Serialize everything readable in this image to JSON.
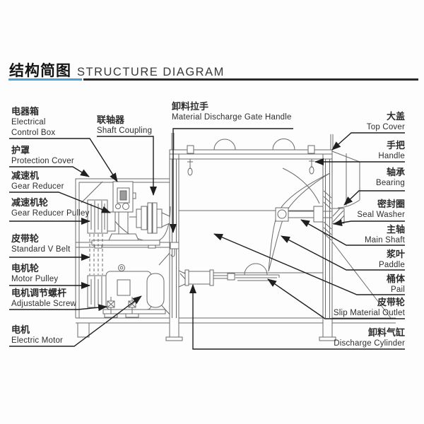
{
  "title": {
    "zh": "结构简图",
    "en": "STRUCTURE DIAGRAM"
  },
  "colors": {
    "accent_blue": "#4aa1d8",
    "header_line": "#2b2b2b",
    "callout_line": "#1f1f1f",
    "drawing_line": "#6a6a6a",
    "text": "#2b2b2b"
  },
  "labels": {
    "left": [
      {
        "zh": "电器箱",
        "en": "Electrical Control Box"
      },
      {
        "zh": "联轴器",
        "en": "Shaft Coupling"
      },
      {
        "zh": "护罩",
        "en": "Protection Cover"
      },
      {
        "zh": "减速机",
        "en": "Gear Reducer"
      },
      {
        "zh": "减速机轮",
        "en": "Gear Reducer Pulley"
      },
      {
        "zh": "皮带轮",
        "en": "Standard V Belt"
      },
      {
        "zh": "电机轮",
        "en": "Motor Pulley"
      },
      {
        "zh": "电机调节螺杆",
        "en": "Adjustable Screw"
      },
      {
        "zh": "电机",
        "en": "Electric Motor"
      }
    ],
    "top": {
      "zh": "卸料拉手",
      "en": "Material Discharge Gate Handle"
    },
    "right": [
      {
        "zh": "大盖",
        "en": "Top Cover"
      },
      {
        "zh": "手把",
        "en": "Handle"
      },
      {
        "zh": "轴承",
        "en": "Bearing"
      },
      {
        "zh": "密封圈",
        "en": "Seal Washer"
      },
      {
        "zh": "主轴",
        "en": "Main Shaft"
      },
      {
        "zh": "浆叶",
        "en": "Paddle"
      },
      {
        "zh": "桶体",
        "en": "Pail"
      },
      {
        "zh": "皮带轮",
        "en": "Slip Material Outlet"
      },
      {
        "zh": "卸料气缸",
        "en": "Discharge Cylinder"
      }
    ]
  }
}
